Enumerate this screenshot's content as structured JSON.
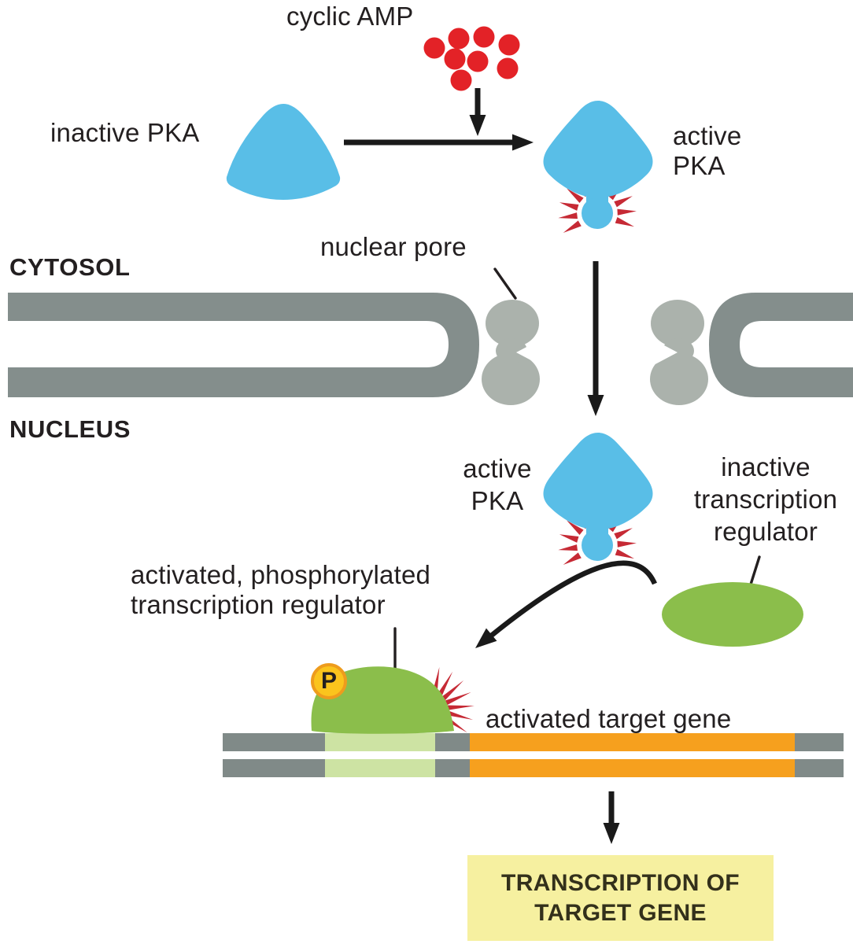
{
  "colors": {
    "background": "#ffffff",
    "text": "#231F20",
    "pka_blue": "#59BEE7",
    "camp_red": "#E32227",
    "spike_red": "#C62A35",
    "membrane_gray": "#848E8C",
    "pore_gray": "#ABB2AC",
    "regulator_green": "#8BBE4B",
    "regulatory_dna_green": "#CDE3A3",
    "gene_orange": "#F6A01E",
    "dna_gray": "#808A88",
    "phosphate_yellow": "#FBC41D",
    "phosphate_border": "#EE9C1D",
    "box_yellow": "#F6F0A0",
    "arrow_black": "#1A1A1A"
  },
  "labels": {
    "cyclic_amp": "cyclic AMP",
    "inactive_pka": "inactive PKA",
    "active_pka_line1": "active",
    "active_pka_line2": "PKA",
    "cytosol": "CYTOSOL",
    "nucleus": "NUCLEUS",
    "nuclear_pore": "nuclear pore",
    "inactive_regulator_line1": "inactive",
    "inactive_regulator_line2": "transcription",
    "inactive_regulator_line3": "regulator",
    "activated_regulator_line1": "activated, phosphorylated",
    "activated_regulator_line2": "transcription regulator",
    "phosphate": "P",
    "activated_target_gene": "activated target gene",
    "transcription_line1": "TRANSCRIPTION OF",
    "transcription_line2": "TARGET GENE"
  },
  "molecules": {
    "cyclic_amp_count": 8
  }
}
